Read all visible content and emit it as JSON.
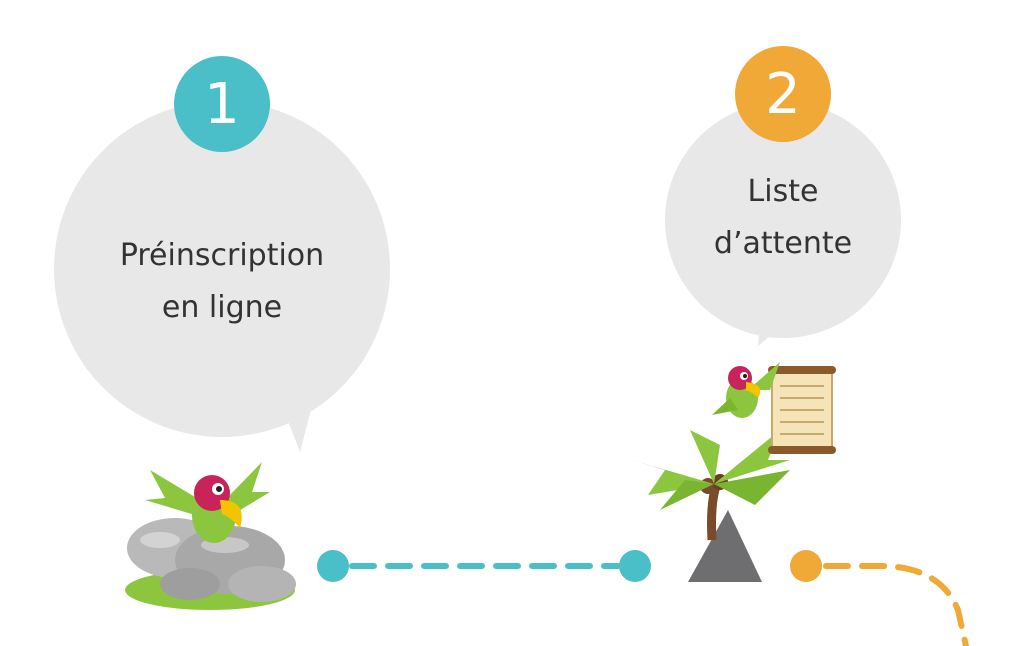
{
  "steps": [
    {
      "number": "1",
      "label_line1": "Préinscription",
      "label_line2": "en ligne",
      "number_color": "#4bbfc8",
      "scene": "parrot-on-rocks"
    },
    {
      "number": "2",
      "label_line1": "Liste",
      "label_line2": "d’attente",
      "number_color": "#f0a936",
      "scene": "parrot-on-palm-tree-with-scroll"
    }
  ],
  "colors": {
    "bubble": "#e8e8e8",
    "teal": "#4bbfc8",
    "orange": "#f0a936",
    "parrot_green": "#8cc63f",
    "parrot_head": "#c8245a",
    "beak": "#f5c400",
    "rock": "#a8a8a8",
    "palm_leaf": "#8cc63f",
    "trunk": "#7a4a2a",
    "scroll": "#f4e4b8"
  }
}
